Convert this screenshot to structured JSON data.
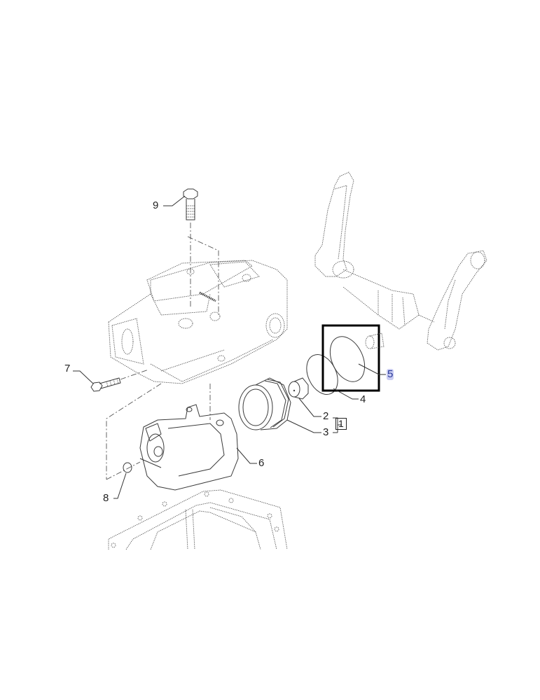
{
  "diagram": {
    "type": "exploded-parts-diagram",
    "callouts": [
      {
        "id": "9",
        "label": "9",
        "part": "bolt-top"
      },
      {
        "id": "7",
        "label": "7",
        "part": "bolt-side"
      },
      {
        "id": "8",
        "label": "8",
        "part": "small-o-ring"
      },
      {
        "id": "6",
        "label": "6",
        "part": "lift-cylinder"
      },
      {
        "id": "3",
        "label": "3",
        "part": "piston"
      },
      {
        "id": "2",
        "label": "2",
        "part": "plug"
      },
      {
        "id": "1",
        "label": "1",
        "part": "kit-group-2-3"
      },
      {
        "id": "4",
        "label": "4",
        "part": "o-ring-outer"
      },
      {
        "id": "5",
        "label": "5",
        "part": "o-ring-highlighted"
      }
    ],
    "highlight": {
      "target": "5",
      "box_color": "#000000",
      "label_bg": "#c9ccf2",
      "label_color": "#2a3a9a"
    }
  }
}
